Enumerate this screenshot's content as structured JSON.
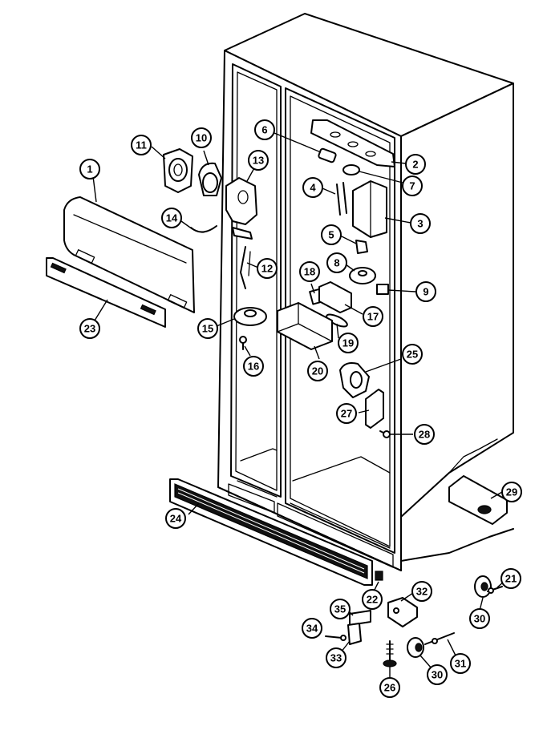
{
  "callouts": [
    {
      "id": "c1",
      "label": "1"
    },
    {
      "id": "c2",
      "label": "2"
    },
    {
      "id": "c3",
      "label": "3"
    },
    {
      "id": "c4",
      "label": "4"
    },
    {
      "id": "c5",
      "label": "5"
    },
    {
      "id": "c6",
      "label": "6"
    },
    {
      "id": "c7",
      "label": "7"
    },
    {
      "id": "c8",
      "label": "8"
    },
    {
      "id": "c9",
      "label": "9"
    },
    {
      "id": "c10",
      "label": "10"
    },
    {
      "id": "c11",
      "label": "11"
    },
    {
      "id": "c12",
      "label": "12"
    },
    {
      "id": "c13",
      "label": "13"
    },
    {
      "id": "c14",
      "label": "14"
    },
    {
      "id": "c15",
      "label": "15"
    },
    {
      "id": "c16",
      "label": "16"
    },
    {
      "id": "c17",
      "label": "17"
    },
    {
      "id": "c18",
      "label": "18"
    },
    {
      "id": "c19",
      "label": "19"
    },
    {
      "id": "c20",
      "label": "20"
    },
    {
      "id": "c21",
      "label": "21"
    },
    {
      "id": "c22",
      "label": "22"
    },
    {
      "id": "c23",
      "label": "23"
    },
    {
      "id": "c24",
      "label": "24"
    },
    {
      "id": "c25",
      "label": "25"
    },
    {
      "id": "c26",
      "label": "26"
    },
    {
      "id": "c27",
      "label": "27"
    },
    {
      "id": "c28",
      "label": "28"
    },
    {
      "id": "c29",
      "label": "29"
    },
    {
      "id": "c30a",
      "label": "30"
    },
    {
      "id": "c30b",
      "label": "30"
    },
    {
      "id": "c31",
      "label": "31"
    },
    {
      "id": "c32",
      "label": "32"
    },
    {
      "id": "c33",
      "label": "33"
    },
    {
      "id": "c34",
      "label": "34"
    },
    {
      "id": "c35",
      "label": "35"
    }
  ]
}
